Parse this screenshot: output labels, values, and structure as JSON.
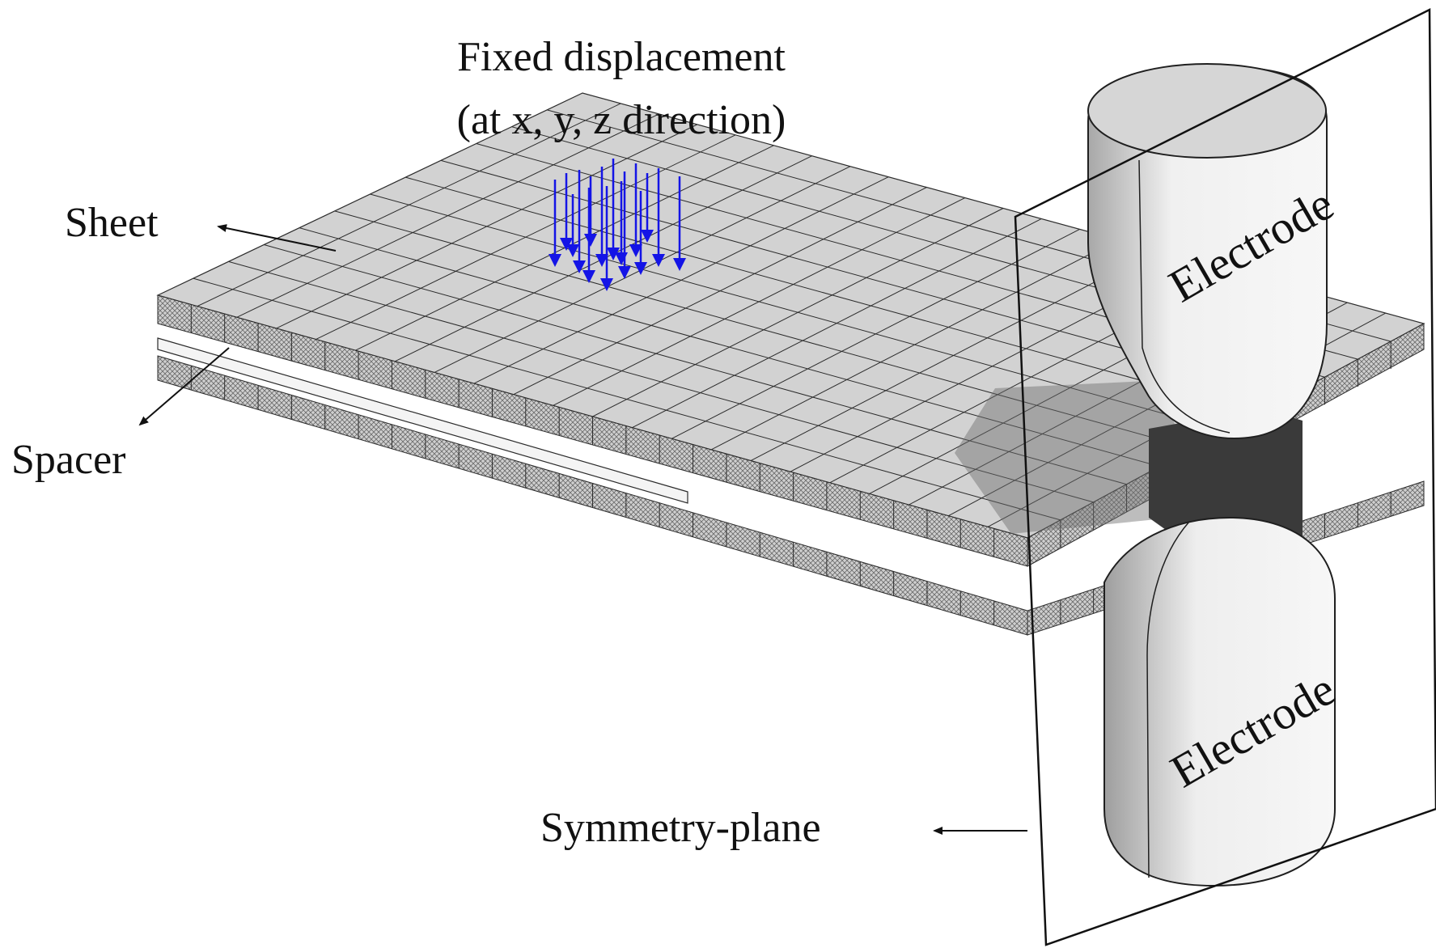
{
  "labels": {
    "fixed_line1": "Fixed displacement",
    "fixed_line2": "(at x, y, z direction)",
    "sheet": "Sheet",
    "spacer": "Spacer",
    "symmetry": "Symmetry-plane",
    "electrode_top": "Electrode",
    "electrode_bottom": "Electrode"
  },
  "colors": {
    "mesh_face": "#d2d2d2",
    "mesh_line": "#2b2b2b",
    "arrow": "#1414e6",
    "electrode_face": "#d6d6d6",
    "dense_mesh": "#3a3a3a",
    "spacer_gap": "#f4f4f4"
  }
}
